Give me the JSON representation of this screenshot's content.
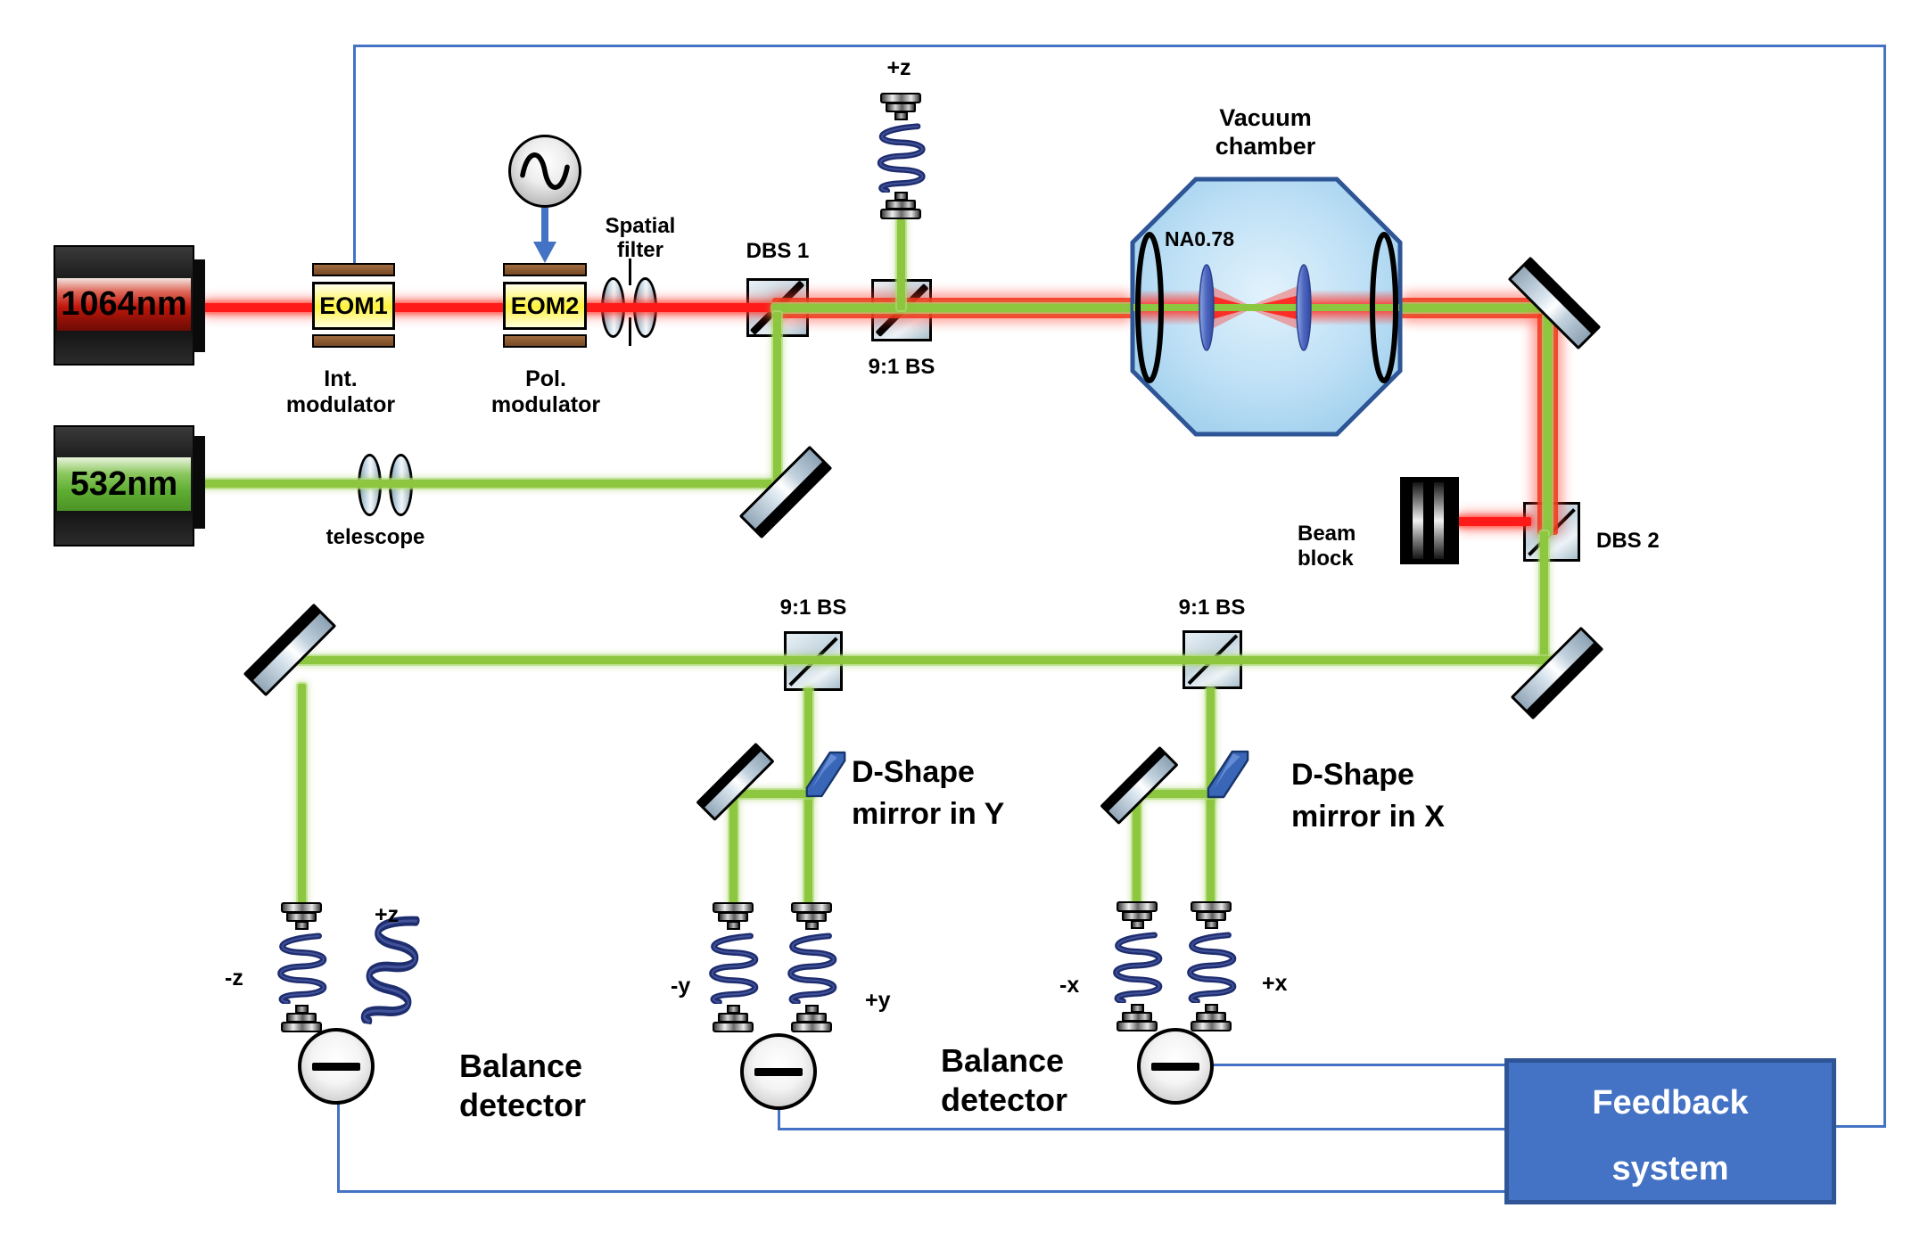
{
  "lasers": {
    "ir_label": "1064nm",
    "green_label": "532nm"
  },
  "modulators": {
    "eom1_label": "EOM1",
    "eom1_caption_line1": "Int.",
    "eom1_caption_line2": "modulator",
    "eom2_label": "EOM2",
    "eom2_caption_line1": "Pol.",
    "eom2_caption_line2": "modulator"
  },
  "optics": {
    "spatial_filter_line1": "Spatial",
    "spatial_filter_line2": "filter",
    "telescope_label": "telescope",
    "dbs1_label": "DBS 1",
    "dbs2_label": "DBS 2",
    "bs_top_label": "9:1 BS",
    "bs_mid_label": "9:1 BS",
    "bs_right_label": "9:1 BS",
    "beam_block_line1": "Beam",
    "beam_block_line2": "block",
    "dshape_y_line1": "D-Shape",
    "dshape_y_line2": "mirror in Y",
    "dshape_x_line1": "D-Shape",
    "dshape_x_line2": "mirror in X"
  },
  "chamber": {
    "label_line1": "Vacuum",
    "label_line2": "chamber",
    "na_label": "NA0.78"
  },
  "fibers": {
    "top_z": "+z",
    "neg_z": "-z",
    "pos_z": "+z",
    "neg_y": "-y",
    "pos_y": "+y",
    "neg_x": "-x",
    "pos_x": "+x"
  },
  "detectors": {
    "left_line1": "Balance",
    "left_line2": "detector",
    "mid_line1": "Balance",
    "mid_line2": "detector"
  },
  "feedback": {
    "line1": "Feedback",
    "line2": "system"
  },
  "colors": {
    "beam_red": "#FF1A1A",
    "beam_green": "#8DC63F",
    "wire_blue": "#4472C4",
    "feedback_fill": "#4472C4",
    "feedback_border": "#2F5597",
    "chamber_fill": "#BFE0F5",
    "chamber_border": "#2E5596",
    "eom_yellow": "#FFF23B",
    "electrode_brown": "#8A5830"
  }
}
